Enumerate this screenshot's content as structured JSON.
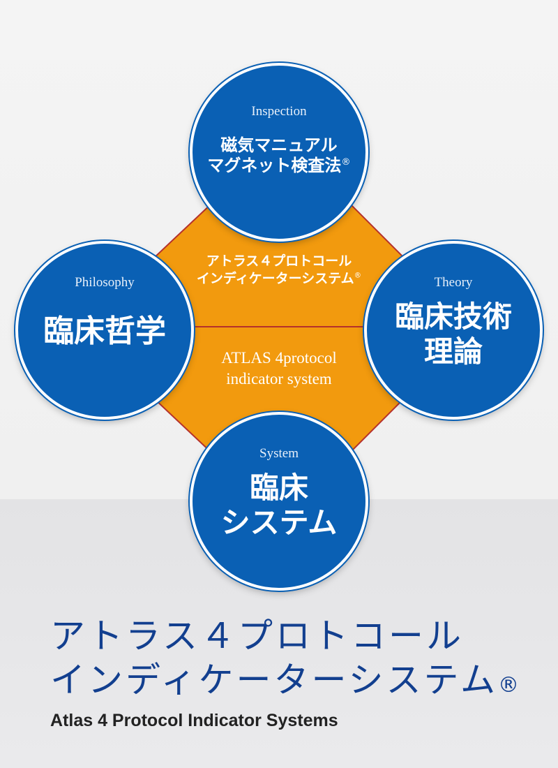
{
  "center": {
    "title_line1": "アトラス４プロトコール",
    "title_line2": "インディケーターシステム",
    "registered": "®",
    "subtitle_line1": "ATLAS 4protocol",
    "subtitle_line2": "indicator system"
  },
  "circles": {
    "top": {
      "en": "Inspection",
      "jp_line1": "磁気マニュアル",
      "jp_line2": "マグネット検査法",
      "registered": "®"
    },
    "left": {
      "en": "Philosophy",
      "jp_line1": "臨床哲学"
    },
    "right": {
      "en": "Theory",
      "jp_line1": "臨床技術",
      "jp_line2": "理論"
    },
    "bottom": {
      "en": "System",
      "jp_line1": "臨床",
      "jp_line2": "システム"
    }
  },
  "footer": {
    "title_line1": "アトラス４プロトコール",
    "title_line2": "インディケーターシステム",
    "registered": "®",
    "subtitle": "Atlas 4 Protocol Indicator Systems"
  },
  "colors": {
    "circle_blue": "#0a60b4",
    "octagon_orange": "#f29a0e",
    "octagon_line": "#b5312c",
    "footer_title": "#123f8f"
  }
}
